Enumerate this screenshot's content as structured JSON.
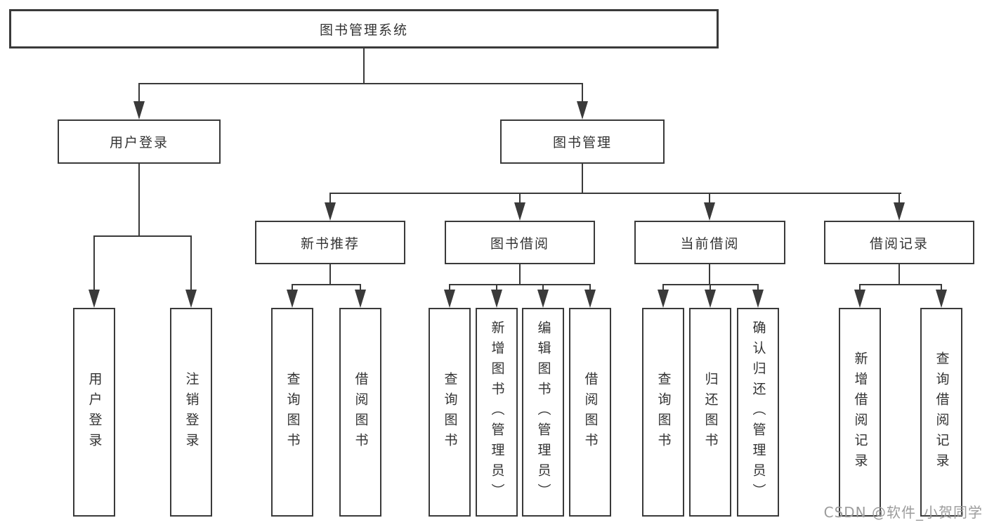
{
  "hierarchy": {
    "root": "图书管理系统",
    "children": [
      {
        "label": "用户登录",
        "children": [
          "用户登录",
          "注销登录"
        ]
      },
      {
        "label": "图书管理",
        "children": [
          {
            "label": "新书推荐",
            "children": [
              "查询图书",
              "借阅图书"
            ]
          },
          {
            "label": "图书借阅",
            "children": [
              "查询图书",
              "新增图书（管理员）",
              "编辑图书（管理员）",
              "借阅图书"
            ]
          },
          {
            "label": "当前借阅",
            "children": [
              "查询图书",
              "归还图书",
              "确认归还（管理员）"
            ]
          },
          {
            "label": "借阅记录",
            "children": [
              "新增借阅记录",
              "查询借阅记录"
            ]
          }
        ]
      }
    ]
  },
  "watermark": "CSDN @软件_小贺同学",
  "colors": {
    "line": "#3a3a3a",
    "text": "#333333",
    "watermark": "#9c9c9c",
    "background": "#ffffff"
  }
}
